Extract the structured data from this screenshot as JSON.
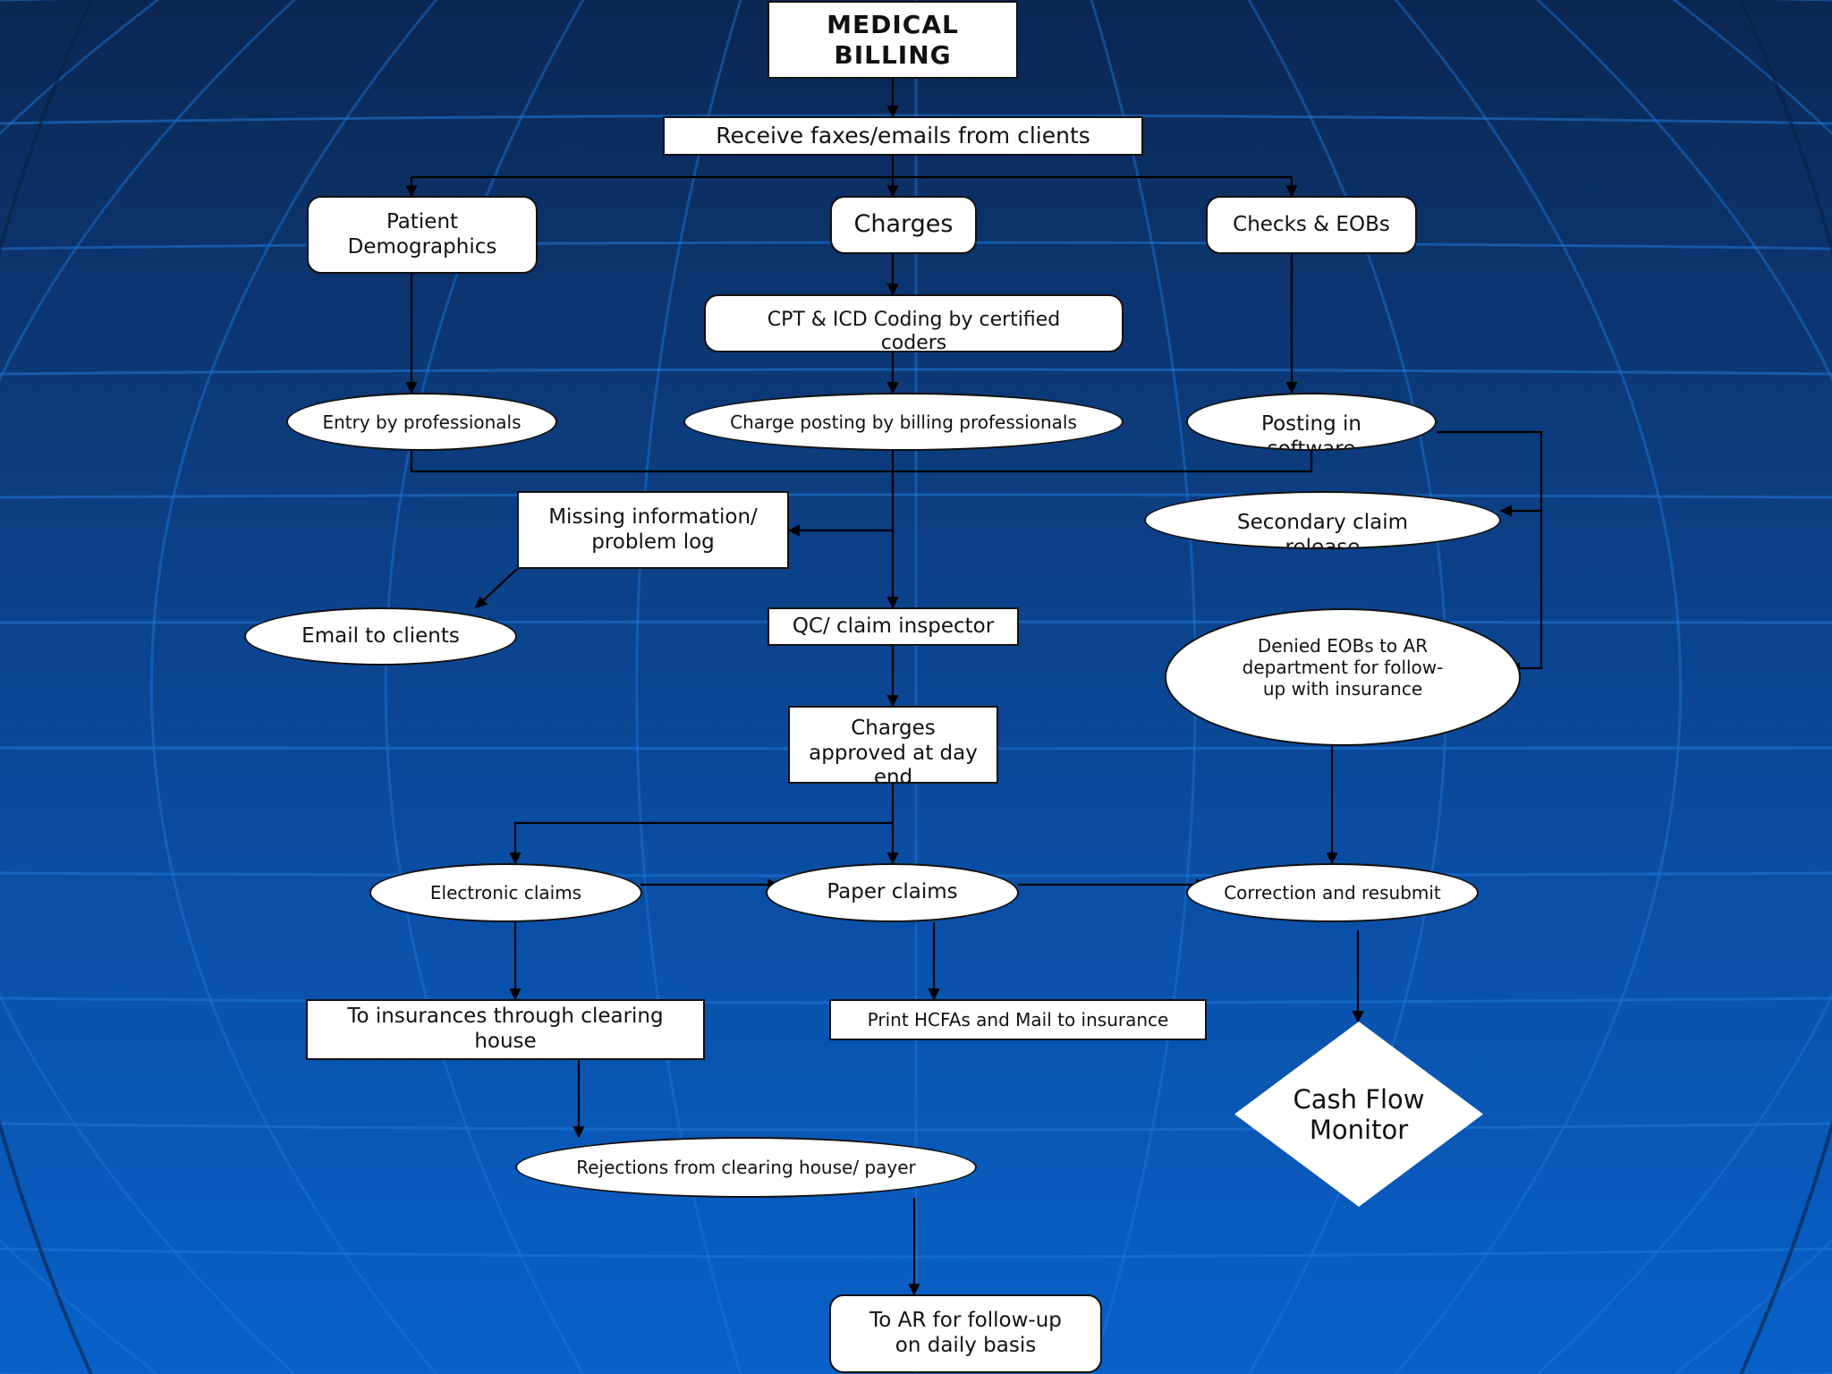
{
  "colors": {
    "background_top": "#0b2754",
    "background_bottom": "#0861c8",
    "grid_line": "#1f78d9",
    "node_fill": "#ffffff",
    "connector": "#000000"
  },
  "nodes": {
    "title": "MEDICAL\nBILLING",
    "receive": "Receive faxes/emails from clients",
    "patient_demographics": "Patient\nDemographics",
    "charges": "Charges",
    "checks_eobs": "Checks & EOBs",
    "cpt_icd": "CPT & ICD Coding by certified\ncoders",
    "entry": "Entry by professionals",
    "charge_posting": "Charge posting by billing professionals",
    "posting_software": "Posting in\nsoftware",
    "missing_info": "Missing information/\nproblem log",
    "secondary_claim": "Secondary claim\nrelease",
    "email_clients": "Email to clients",
    "qc": "QC/ claim inspector",
    "denied_eobs": "Denied EOBs to AR\ndepartment for follow-\nup with insurance",
    "charges_approved": "Charges\napproved at day\nend",
    "electronic_claims": "Electronic claims",
    "paper_claims": "Paper claims",
    "correction": "Correction and resubmit",
    "to_insurances": "To insurances through clearing\nhouse",
    "print_hcfa": "Print HCFAs and Mail to insurance",
    "cash_flow": "Cash Flow\nMonitor",
    "rejections": "Rejections from clearing house/ payer",
    "to_ar": "To AR for follow-up\non daily basis"
  }
}
